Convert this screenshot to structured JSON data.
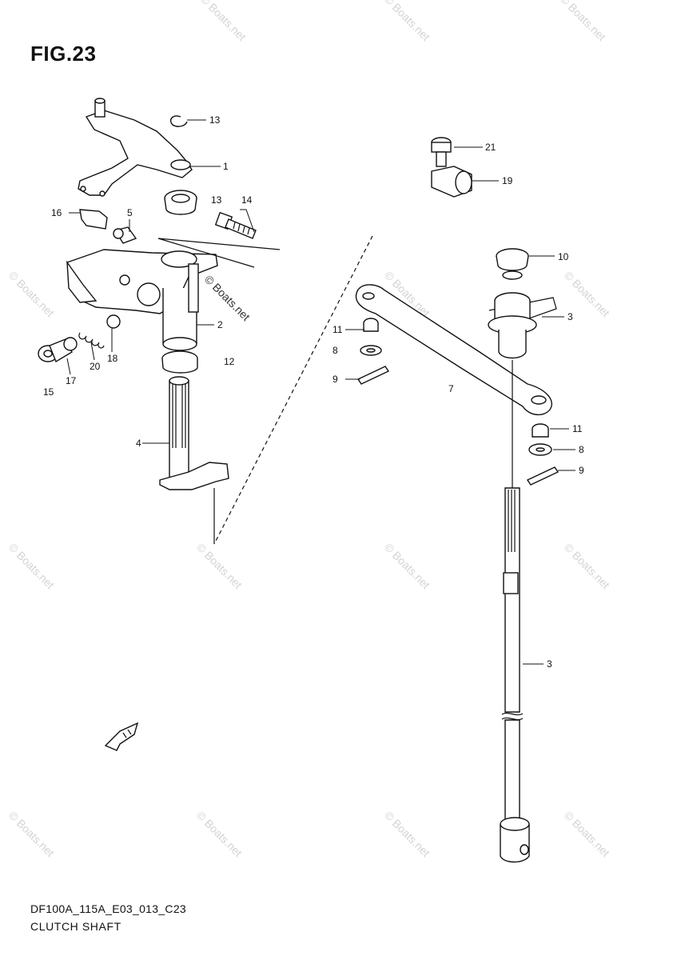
{
  "figure": {
    "title": "FIG.23",
    "code": "DF100A_115A_E03_013_C23",
    "name": "CLUTCH SHAFT"
  },
  "watermark": "© Boats.net",
  "callouts": {
    "c13a": "13",
    "c1": "1",
    "c13b": "13",
    "c14": "14",
    "c16": "16",
    "c5": "5",
    "c2": "2",
    "c12": "12",
    "c15": "15",
    "c17": "17",
    "c20": "20",
    "c18": "18",
    "c4": "4",
    "c21": "21",
    "c19": "19",
    "c10": "10",
    "c3top": "3",
    "c11a": "11",
    "c8a": "8",
    "c9a": "9",
    "c7": "7",
    "c11b": "11",
    "c8b": "8",
    "c9b": "9",
    "c3mid": "3"
  },
  "icons": {
    "front_arrow": "front-arrow-icon"
  }
}
